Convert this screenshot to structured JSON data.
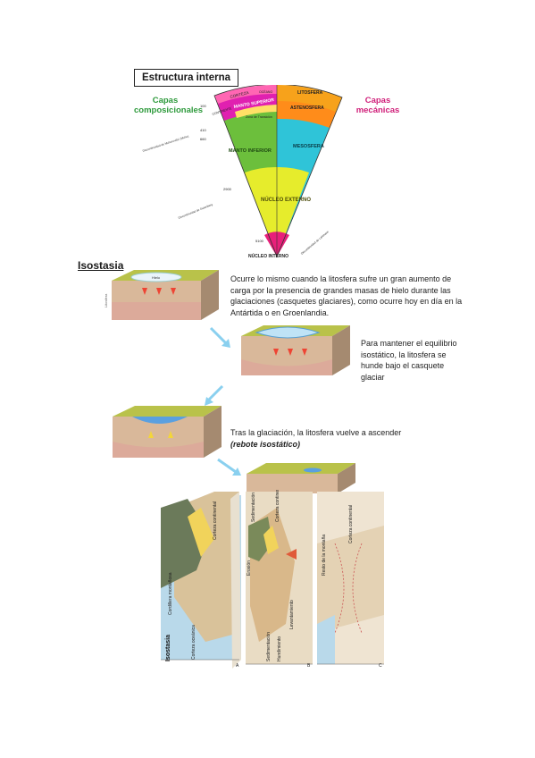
{
  "title": "Estructura interna",
  "labels": {
    "compositional": "Capas composicionales",
    "mechanical": "Capas mecánicas",
    "corteza": "CORTEZA",
    "oceano": "OCÉANO",
    "continente": "CONTINENTE",
    "manto_superior": "MANTO SUPERIOR",
    "zona_transicion": "Zona de Transición",
    "manto_inferior": "MANTO INFERIOR",
    "nucleo_externo": "NÚCLEO EXTERNO",
    "nucleo_interno": "NÚCLEO INTERNO",
    "litosfera": "LITOSFERA",
    "astenosfera": "ASTENOSFERA",
    "mesosfera": "MESOSFERA",
    "d1": "100",
    "d2": "410",
    "d3": "660",
    "d4": "2900",
    "d5": "5100",
    "disc_moho": "Discontinuidad de Mohorovičić (Moho)",
    "disc_gutenberg": "Discontinuidad de Gutenberg",
    "disc_lehmann": "Discontinuidad de Lehmann"
  },
  "section_title": "Isostasia",
  "diagram_labels": {
    "hielo": "Hielo",
    "litosfera": "Litosfera"
  },
  "text1": "Ocurre lo mismo cuando la litosfera sufre un gran aumento de carga por la presencia de grandes masas de hielo durante las glaciaciones (casquetes glaciares), como ocurre hoy en día en la Antártida o en Groenlandia.",
  "text2": "Para mantener el equilibrio isostático, la litosfera se hunde bajo el casquete glaciar",
  "text3a": "Tras la glaciación, la litosfera vuelve a ascender",
  "text3b": "(rebote isostático)",
  "panel_labels": {
    "cordillera": "Cordillera montañosa",
    "corteza_continental": "Corteza continental",
    "corteza_oceanica": "Corteza oceánica",
    "isostasia": "Isostasia",
    "erosion": "Erosión",
    "sedimentacion": "Sedimentación",
    "levantamiento": "Levantamiento",
    "hundimiento": "Hundimiento",
    "resto": "Resto de la montaña",
    "a": "A",
    "b": "B",
    "c": "C"
  },
  "colors": {
    "corteza": "#ff55aa",
    "manto_superior": "#e020b0",
    "manto_inferior": "#6cbf3c",
    "nucleo_externo": "#e6ec2c",
    "nucleo_interno": "#e8207a",
    "litosfera": "#f7a21b",
    "astenosfera": "#ff8c1a",
    "mesosfera": "#2fc4d8"
  }
}
